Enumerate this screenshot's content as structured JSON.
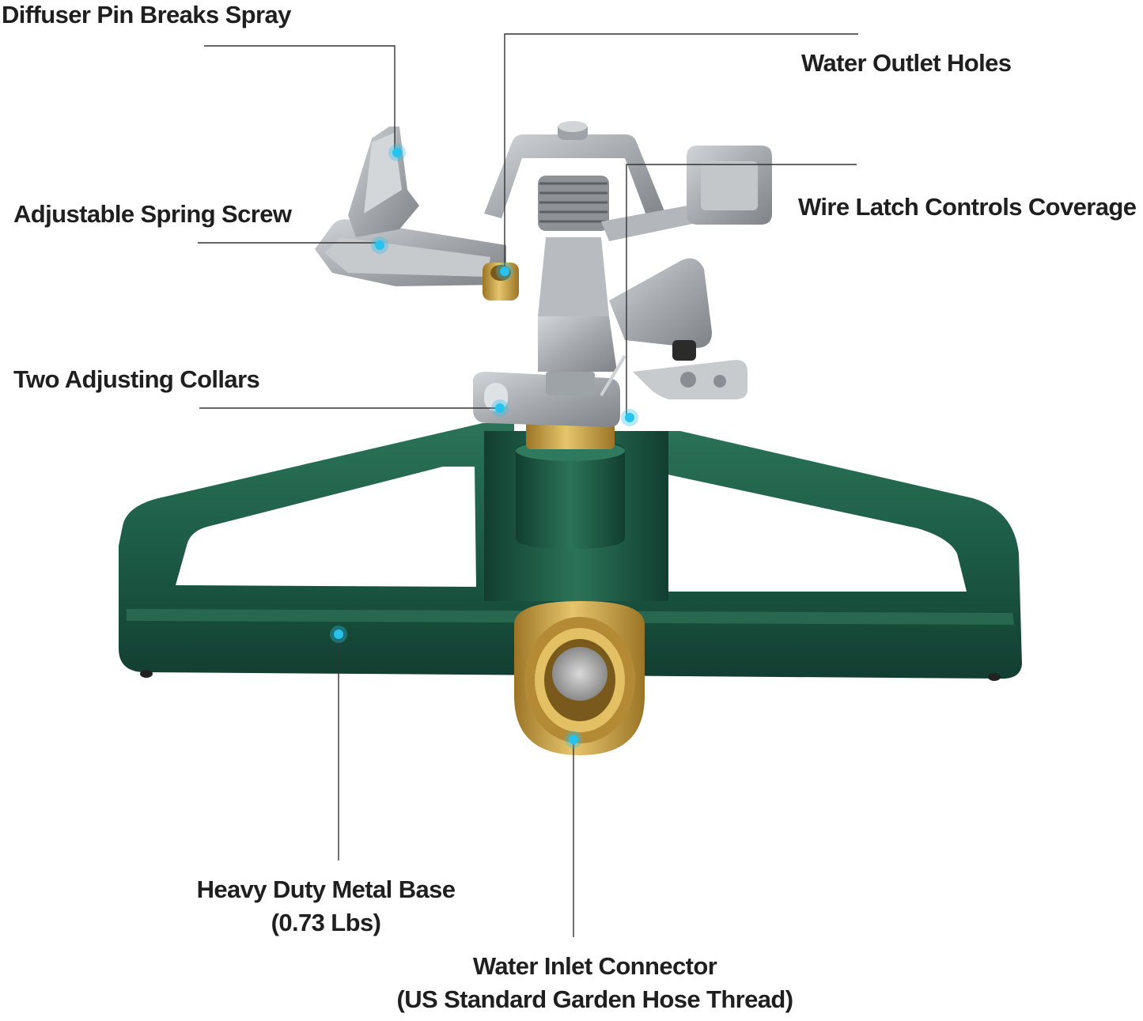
{
  "colors": {
    "callout_dot": "#27c3ee",
    "leader_line": "#333333",
    "base_green": "#1c5b46",
    "metal_grey": "#a9adb1",
    "brass": "#c9a24a",
    "text": "#1f1f1f"
  },
  "callouts": {
    "diffuser_pin": "Diffuser Pin Breaks Spray",
    "water_outlet": "Water Outlet Holes",
    "spring_screw": "Adjustable Spring Screw",
    "wire_latch": "Wire Latch Controls Coverage",
    "adjusting_collars": "Two Adjusting Collars",
    "metal_base": {
      "line1": "Heavy Duty Metal Base",
      "line2": "(0.73 Lbs)"
    },
    "inlet_connector": {
      "line1": "Water Inlet Connector",
      "line2": "(US Standard Garden Hose Thread)"
    }
  }
}
